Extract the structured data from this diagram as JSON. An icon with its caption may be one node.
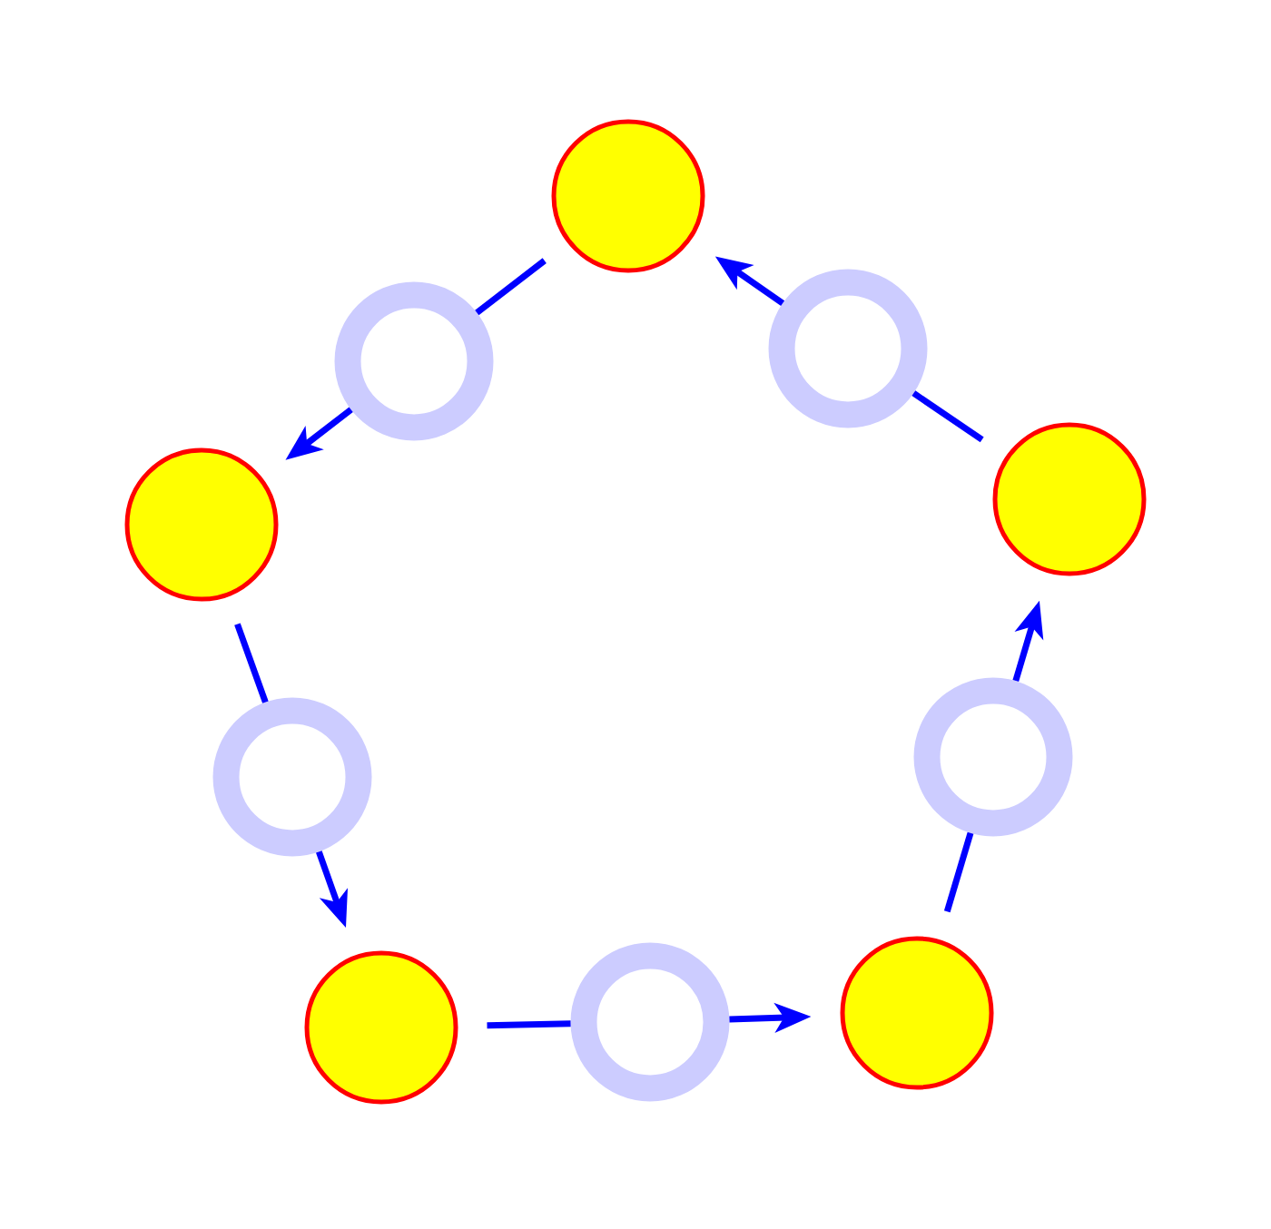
{
  "diagram": {
    "nodes": [
      {
        "text": [],
        "shape": "circle"
      },
      {
        "text": [],
        "shape": "ring"
      },
      {
        "text": [],
        "shape": "circle"
      },
      {
        "text": [],
        "shape": "ring"
      },
      {
        "text": [],
        "shape": "circle"
      },
      {
        "text": [],
        "shape": "ring"
      },
      {
        "text": [],
        "shape": "circle"
      },
      {
        "text": [],
        "shape": "ring"
      },
      {
        "text": [],
        "shape": "circle"
      },
      {
        "text": [],
        "shape": "ring"
      }
    ],
    "edges": [
      {
        "from": 0,
        "to": 1,
        "arrow": "none"
      },
      {
        "from": 1,
        "to": 2,
        "arrow": "to"
      },
      {
        "from": 2,
        "to": 3,
        "arrow": "none"
      },
      {
        "from": 3,
        "to": 4,
        "arrow": "to"
      },
      {
        "from": 4,
        "to": 5,
        "arrow": "none"
      },
      {
        "from": 5,
        "to": 6,
        "arrow": "to"
      },
      {
        "from": 6,
        "to": 7,
        "arrow": "none"
      },
      {
        "from": 7,
        "to": 8,
        "arrow": "to"
      },
      {
        "from": 8,
        "to": 9,
        "arrow": "none"
      },
      {
        "from": 9,
        "to": 0,
        "arrow": "to"
      }
    ]
  }
}
